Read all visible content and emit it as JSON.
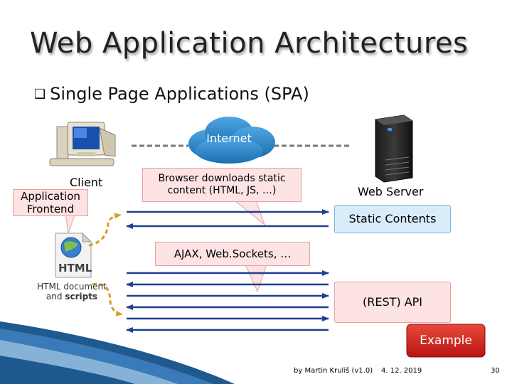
{
  "slide": {
    "title": "Web Application Architectures",
    "bullet": "Single Page Applications (SPA)",
    "internet_label": "Internet",
    "client_label_line1": "Client",
    "client_label_line2": "Application",
    "client_label_line3": "Frontend",
    "download_callout": "Browser downloads static content (HTML, JS, …)",
    "ajax_callout": "AJAX, Web.Sockets, …",
    "web_server_label": "Web Server",
    "static_contents": "Static Contents",
    "rest_api": "(REST) API",
    "html_icon_text": "HTML",
    "html_doc_line1": "HTML document",
    "html_doc_line2_prefix": "and ",
    "html_doc_line2_bold": "scripts",
    "example_button": "Example",
    "footer_author": "by Martin Kruliš (v1.0)",
    "footer_date": "4. 12. 2019",
    "page_number": "30"
  },
  "colors": {
    "blue_box": "#d9ecfa",
    "pink_box": "#fde3e3",
    "arrow": "#1f3f8f",
    "dashed_arrow": "#d4a11e",
    "cloud": "#2a86c8",
    "example_bg": "#d42020",
    "footer_swoosh": "#1e5a8e"
  }
}
